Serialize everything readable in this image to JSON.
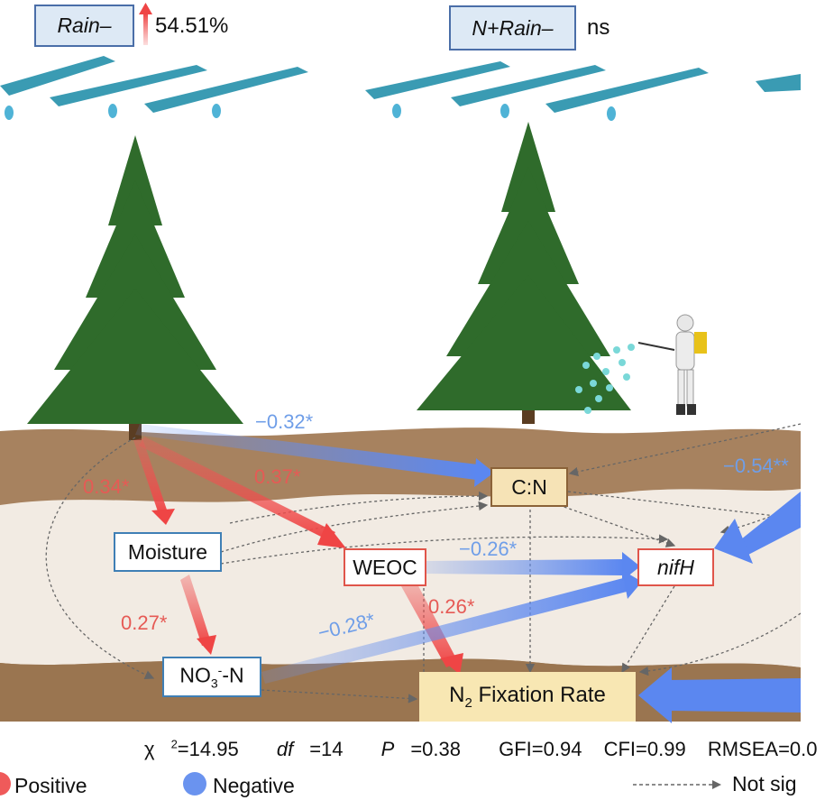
{
  "treatments": {
    "left": {
      "label": "Rain–",
      "effect": "54.51%",
      "effect_direction": "up"
    },
    "middle": {
      "label": "N+Rain–",
      "effect": "ns"
    }
  },
  "nodes": {
    "cn": "C:N",
    "moisture": "Moisture",
    "weoc": "WEOC",
    "nifh": "nifH",
    "no3_main": "NO",
    "no3_sub": "3",
    "no3_sup": "-",
    "no3_tail": "-N",
    "n2_main": "N",
    "n2_sub": "2",
    "n2_tail": " Fixation Rate"
  },
  "paths": [
    {
      "from": "Rain–",
      "to": "C:N",
      "coef": "−0.32*",
      "sign": "negative"
    },
    {
      "from": "Rain–",
      "to": "Moisture",
      "coef": "0.34*",
      "sign": "positive"
    },
    {
      "from": "Rain–",
      "to": "WEOC",
      "coef": "0.37*",
      "sign": "positive"
    },
    {
      "from": "N+Rain–",
      "to": "nifH",
      "coef": "−0.54**",
      "sign": "negative"
    },
    {
      "from": "WEOC",
      "to": "nifH",
      "coef": "−0.26*",
      "sign": "negative"
    },
    {
      "from": "Moisture",
      "to": "NO3--N",
      "coef": "0.27*",
      "sign": "positive"
    },
    {
      "from": "WEOC",
      "to": "N2 Fixation Rate",
      "coef": "0.26*",
      "sign": "positive"
    },
    {
      "from": "NO3--N",
      "to": "nifH",
      "coef": "−0.28*",
      "sign": "negative"
    },
    {
      "from": "N+Rain–",
      "to": "N2 Fixation Rate",
      "coef": "",
      "sign": "negative"
    }
  ],
  "fit_stats": {
    "chi_label": "χ",
    "chi_sup": "2",
    "chi_value": "=14.95",
    "df_label": "df",
    "df_value": "=14",
    "p_label": "P",
    "p_value": "=0.38",
    "gfi": "GFI=0.94",
    "cfi": "CFI=0.99",
    "rmsea": "RMSEA=0.0"
  },
  "legend": {
    "positive": "Positive",
    "negative": "Negative",
    "not_significant": "Not sig"
  },
  "colors": {
    "positive": "#ef5a5a",
    "negative": "#6a93ef",
    "soil_dark": "#a7825f",
    "soil_light": "#f2ebe3",
    "tree": "#2f6b2b",
    "rain": "#3a9bb3"
  }
}
